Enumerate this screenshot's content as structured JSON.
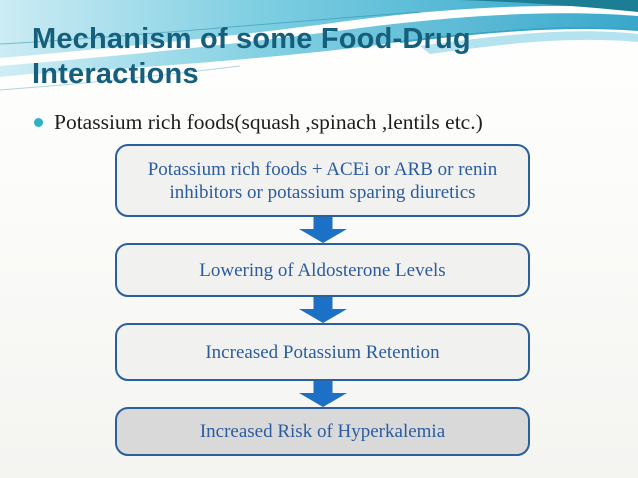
{
  "slide": {
    "title": {
      "lines": [
        "Mechanism of some Food-Drug",
        "Interactions"
      ]
    },
    "bullet": {
      "marker": "cyan-dot",
      "text": "Potassium rich foods(squash ,spinach ,lentils etc.)"
    },
    "flowchart": {
      "connector": "down-arrow",
      "boxes": [
        {
          "text": "Potassium rich foods + ACEi or ARB or renin inhibitors or potassium sparing diuretics"
        },
        {
          "text": "Lowering of Aldosterone Levels"
        },
        {
          "text": "Increased Potassium Retention"
        },
        {
          "text": "Increased Risk of Hyperkalemia"
        }
      ]
    },
    "colors": {
      "title_text": "#155f7c",
      "bullet_dot": "#2fb0c9",
      "bullet_text": "#1d1d1d",
      "box_border": "#2a5f9b",
      "box_text": "#2b5c9f",
      "box_fill": "#f1f1ef",
      "final_box_fill": "#d9d9d9",
      "arrow_fill": "#1c70c6",
      "header_band_light": "#cdecf4",
      "header_band_deep": "#2fa3c8",
      "header_teal_dark": "#1b7e95"
    }
  }
}
